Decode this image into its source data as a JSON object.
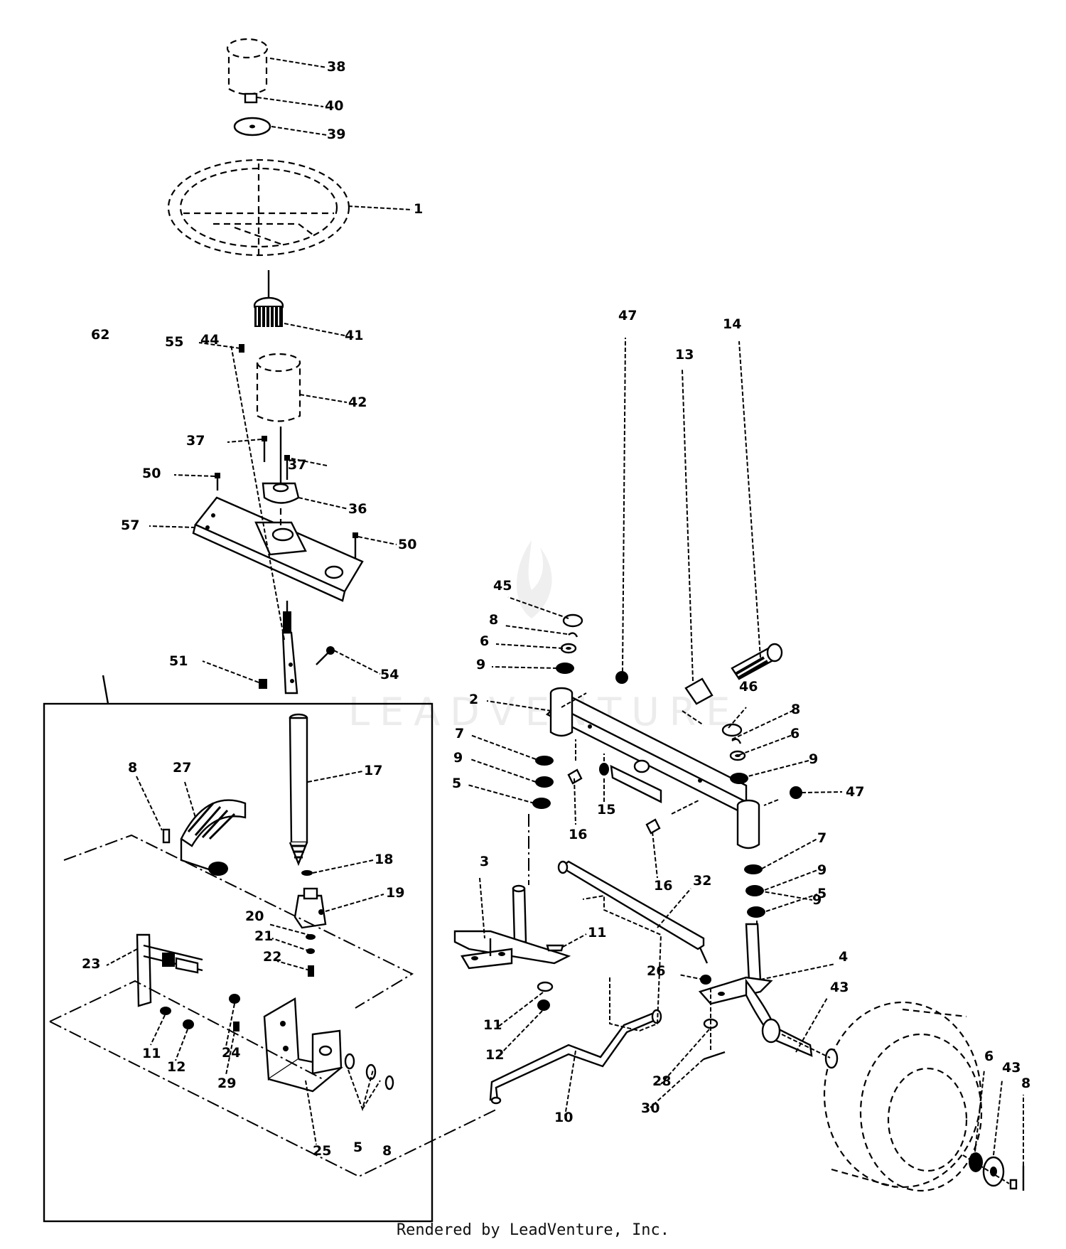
{
  "watermark": "LEADVENTURE",
  "footer": {
    "credit": "Rendered by LeadVenture, Inc."
  },
  "callouts": [
    "38",
    "40",
    "39",
    "1",
    "41",
    "55",
    "42",
    "37",
    "37",
    "50",
    "36",
    "57",
    "50",
    "62",
    "44",
    "54",
    "51",
    "45",
    "8",
    "6",
    "9",
    "47",
    "13",
    "14",
    "2",
    "46",
    "8",
    "6",
    "9",
    "7",
    "9",
    "5",
    "16",
    "15",
    "9",
    "47",
    "16",
    "7",
    "9",
    "5",
    "3",
    "32",
    "11",
    "17",
    "27",
    "8",
    "18",
    "19",
    "20",
    "21",
    "22",
    "23",
    "11",
    "12",
    "24",
    "29",
    "25",
    "5",
    "8",
    "26",
    "4",
    "43",
    "11",
    "12",
    "10",
    "28",
    "30",
    "6",
    "43",
    "8"
  ]
}
